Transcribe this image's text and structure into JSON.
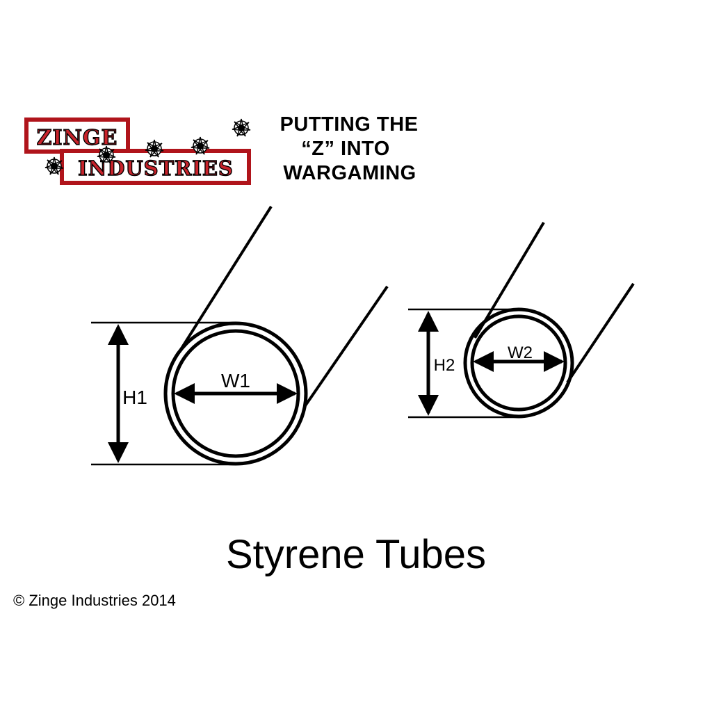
{
  "logo": {
    "line1": "ZINGE",
    "line2": "INDUSTRIES",
    "colors": {
      "frame": "#b0141b",
      "text_fill": "#c8232b",
      "text_outline": "#000000",
      "bullet_hole": "#000000"
    },
    "icon": "bullet-hole-icon"
  },
  "tagline": {
    "line1": "PUTTING THE",
    "line2": "“Z” INTO",
    "line3": "WARGAMING"
  },
  "diagram": {
    "large_tube": {
      "height_label": "H1",
      "width_label": "W1"
    },
    "small_tube": {
      "height_label": "H2",
      "width_label": "W2"
    },
    "stroke_color": "#000000"
  },
  "title": "Styrene Tubes",
  "copyright": "© Zinge Industries 2014"
}
